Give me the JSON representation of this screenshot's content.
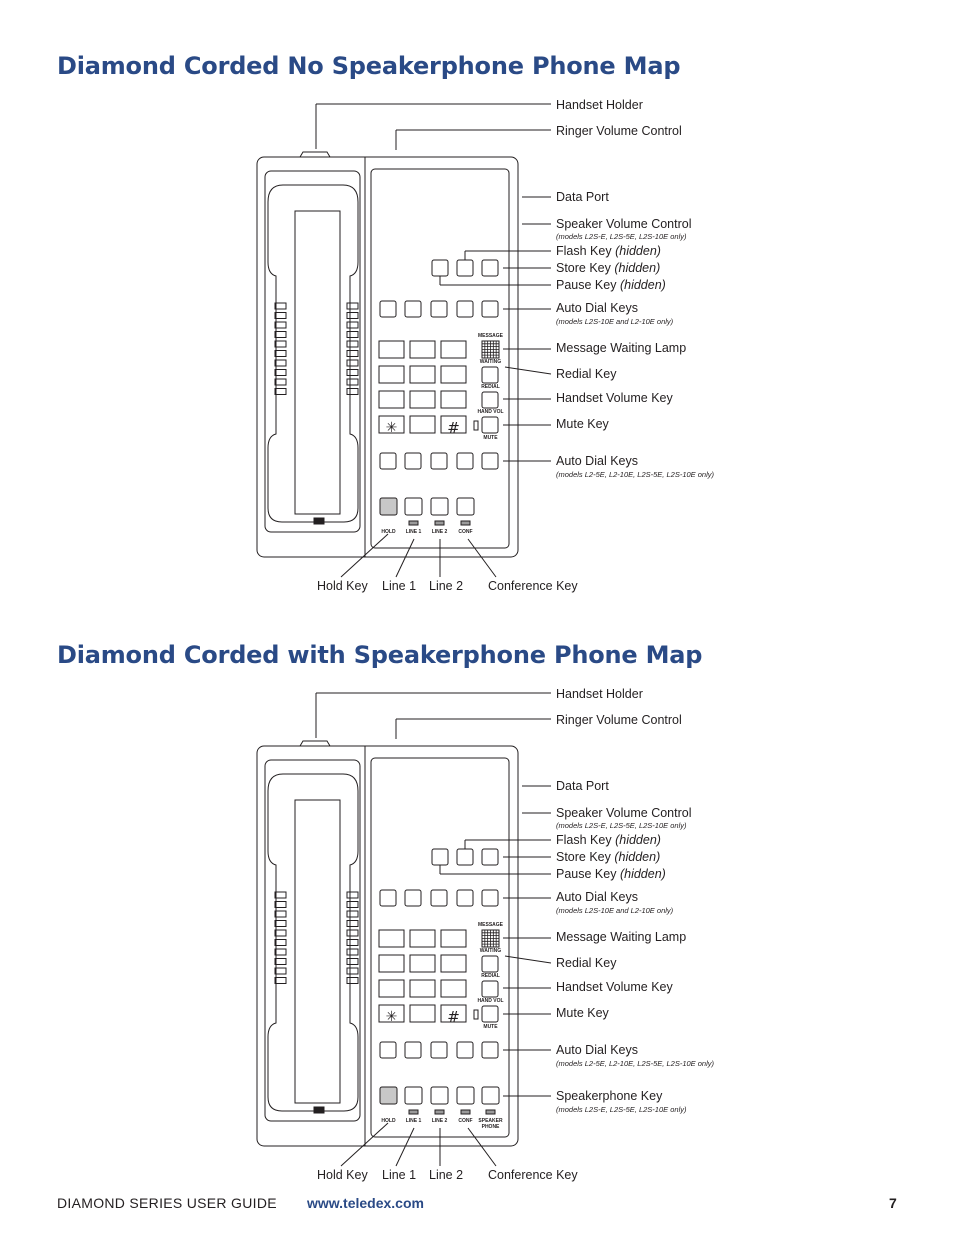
{
  "maps": [
    {
      "title": "Diamond Corded No Speakerphone Phone Map",
      "labels": {
        "handset_holder": "Handset Holder",
        "ringer_volume": "Ringer Volume Control",
        "data_port": "Data Port",
        "speaker_volume": "Speaker Volume Control",
        "speaker_volume_note": "(models L2S-E, L2S-5E, L2S-10E only)",
        "flash_key": "Flash Key",
        "store_key": "Store Key",
        "pause_key": "Pause Key",
        "hidden": "(hidden)",
        "auto_dial_top": "Auto Dial Keys",
        "auto_dial_top_note": "(models L2S-10E and L2-10E only)",
        "message_lamp": "Message Waiting Lamp",
        "redial_key": "Redial Key",
        "handset_volume": "Handset Volume Key",
        "mute_key": "Mute Key",
        "auto_dial_bottom": "Auto Dial Keys",
        "auto_dial_bottom_note": "(models L2-5E, L2-10E, L2S-5E, L2S-10E only)",
        "hold_key": "Hold Key",
        "line1": "Line 1",
        "line2": "Line 2",
        "conference_key": "Conference Key"
      },
      "tiny": {
        "message": "MESSAGE",
        "waiting": "WAITING",
        "redial": "REDIAL",
        "hand_vol": "HAND VOL",
        "mute": "MUTE",
        "hold": "HOLD",
        "line1": "LINE 1",
        "line2": "LINE 2",
        "conf": "CONF",
        "dialpad_star": "✳",
        "dialpad_hash": "#"
      }
    },
    {
      "title": "Diamond Corded with Speakerphone Phone Map",
      "labels": {
        "handset_holder": "Handset Holder",
        "ringer_volume": "Ringer Volume Control",
        "data_port": "Data Port",
        "speaker_volume": "Speaker Volume Control",
        "speaker_volume_note": "(models L2S-E, L2S-5E, L2S-10E only)",
        "flash_key": "Flash Key",
        "store_key": "Store Key",
        "pause_key": "Pause Key",
        "hidden": "(hidden)",
        "auto_dial_top": "Auto Dial Keys",
        "auto_dial_top_note": "(models L2S-10E and L2-10E only)",
        "message_lamp": "Message Waiting Lamp",
        "redial_key": "Redial Key",
        "handset_volume": "Handset Volume Key",
        "mute_key": "Mute Key",
        "auto_dial_bottom": "Auto Dial Keys",
        "auto_dial_bottom_note": "(models L2-5E, L2-10E, L2S-5E, L2S-10E only)",
        "speakerphone_key": "Speakerphone Key",
        "speakerphone_note": "(models L2S-E, L2S-5E, L2S-10E only)",
        "hold_key": "Hold Key",
        "line1": "Line 1",
        "line2": "Line 2",
        "conference_key": "Conference Key"
      },
      "tiny": {
        "message": "MESSAGE",
        "waiting": "WAITING",
        "redial": "REDIAL",
        "hand_vol": "HAND VOL",
        "mute": "MUTE",
        "hold": "HOLD",
        "line1": "LINE 1",
        "line2": "LINE 2",
        "conf": "CONF",
        "speaker": "SPEAKER",
        "phone": "PHONE",
        "dialpad_star": "✳",
        "dialpad_hash": "#"
      }
    }
  ],
  "footer": {
    "guide": "DIAMOND SERIES USER GUIDE",
    "url": "www.teledex.com",
    "page": "7"
  }
}
